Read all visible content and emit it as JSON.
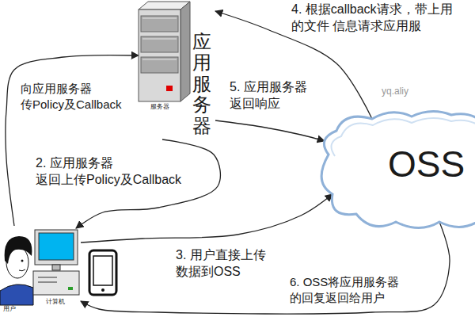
{
  "diagram": {
    "nodes": [
      {
        "text": [
          "应用服务器",
          "服务器"
        ]
      },
      {
        "text": [
          "OSS"
        ]
      },
      {
        "text": [
          "用户"
        ]
      },
      {
        "text": [
          "计算机"
        ]
      }
    ],
    "edges": [
      {
        "from": 2,
        "to": 0,
        "arrow": "to",
        "label": "向应用服务器 传Policy及Callback"
      },
      {
        "from": 0,
        "to": 3,
        "arrow": "to",
        "label": "2. 应用服务器 返回上传Policy及Callback"
      },
      {
        "from": 3,
        "to": 1,
        "arrow": "to",
        "label": "3. 用户直接上传 数据到OSS"
      },
      {
        "from": 1,
        "to": 0,
        "arrow": "to",
        "label": "4. 根据callback请求，带上用 的文件 信息请求应用服"
      },
      {
        "from": 0,
        "to": 1,
        "arrow": "to",
        "label": "5. 应用服务器 返回响应"
      },
      {
        "from": 1,
        "to": 3,
        "arrow": "to",
        "label": "6. OSS将应用服务器 的回复返回给用户"
      }
    ],
    "labels": [
      "yq.aliy"
    ]
  }
}
